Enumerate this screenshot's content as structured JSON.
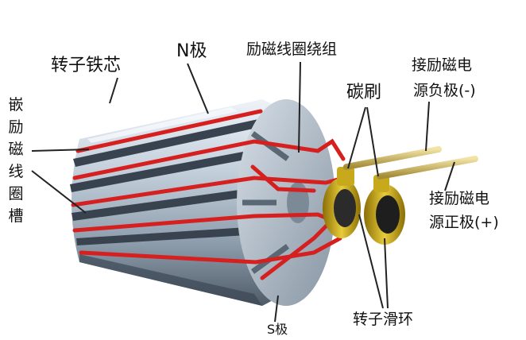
{
  "labels": {
    "rotor_core": "转子铁芯",
    "n_pole": "N极",
    "field_winding": "励磁线圈绕组",
    "brush": "碳刷",
    "neg_terminal_l1": "接励磁电",
    "neg_terminal_l2": "源负极(-)",
    "winding_slot": "嵌励磁线圈槽",
    "pos_terminal_l1": "接励磁电",
    "pos_terminal_l2": "源正极(+)",
    "slip_ring": "转子滑环",
    "s_pole": "S极"
  },
  "colors": {
    "core": "#b9c6d3",
    "core_highlight": "#e6edf4",
    "core_shadow": "#6f7e8e",
    "slot": "#2f3a46",
    "winding": "#d62020",
    "ring": "#c7a516",
    "rod": "#d8c070"
  }
}
